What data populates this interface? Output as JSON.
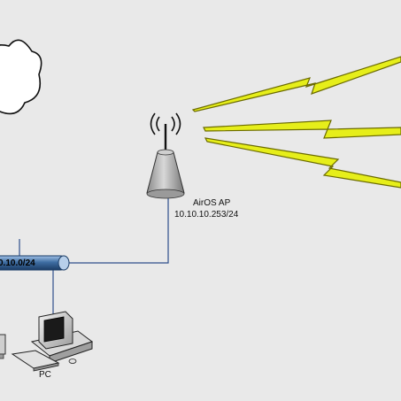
{
  "colors": {
    "background": "#e9e9e9",
    "bus_fill": "#3f6ea3",
    "bus_edge": "#1c3d66",
    "link_line": "#2e4f8c",
    "bolt_fill": "#e6ee1a",
    "bolt_edge": "#7a7a00"
  },
  "labels": {
    "ap_name": "AirOS AP",
    "ap_ip": "10.10.10.253/24",
    "pc": "PC",
    "network": "0.10.0/24"
  },
  "icons": [
    "cloud-icon",
    "antenna-icon",
    "access-point-icon",
    "desktop-pc-icon",
    "lightning-bolt-icon"
  ]
}
